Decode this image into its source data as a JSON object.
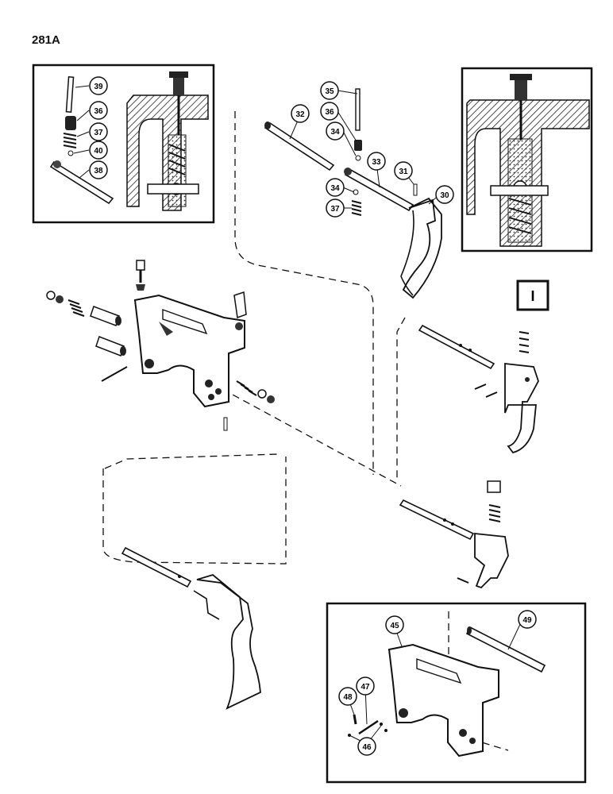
{
  "page": {
    "number": "281A"
  },
  "legend_box": {
    "label": "I"
  },
  "callouts": [
    {
      "id": "c39",
      "label": "39"
    },
    {
      "id": "c36a",
      "label": "36"
    },
    {
      "id": "c37a",
      "label": "37"
    },
    {
      "id": "c40",
      "label": "40"
    },
    {
      "id": "c38",
      "label": "38"
    },
    {
      "id": "c35",
      "label": "35"
    },
    {
      "id": "c36b",
      "label": "36"
    },
    {
      "id": "c32",
      "label": "32"
    },
    {
      "id": "c34a",
      "label": "34"
    },
    {
      "id": "c33",
      "label": "33"
    },
    {
      "id": "c31",
      "label": "31"
    },
    {
      "id": "c34b",
      "label": "34"
    },
    {
      "id": "c30",
      "label": "30"
    },
    {
      "id": "c37b",
      "label": "37"
    },
    {
      "id": "c45",
      "label": "45"
    },
    {
      "id": "c49",
      "label": "49"
    },
    {
      "id": "c47",
      "label": "47"
    },
    {
      "id": "c48",
      "label": "48"
    },
    {
      "id": "c46",
      "label": "46"
    }
  ]
}
